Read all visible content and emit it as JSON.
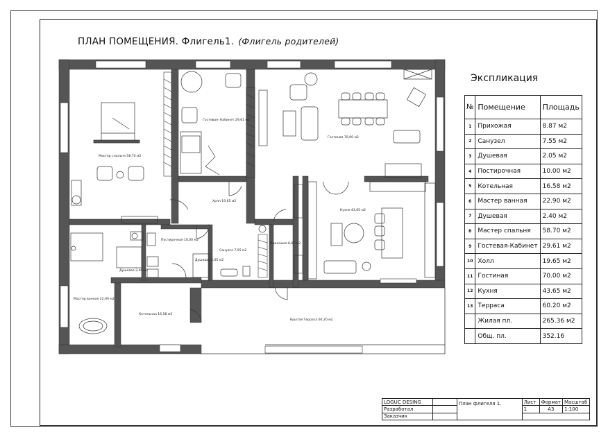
{
  "plan": {
    "title": "ПЛАН ПОМЕЩЕНИЯ. Флигель1.",
    "subtitle": "(Флигель родителей)"
  },
  "rooms": {
    "master_bedroom": "Мастер спальня 58,70 м2",
    "guest_office": "Гостевая- Кабинет 29,61 м2",
    "hall": "Холл 19,65 м2",
    "living": "Гостиная 70,00 м2",
    "kitchen": "Кухня 43,65 м2",
    "laundry": "Постирочная 10,00 м2",
    "bathroom": "Санузел 7,55 м2",
    "entrance": "Прихожая 8,87 м2",
    "shower1": "Душевая 2,40 м2",
    "shower2": "Душевая 2,05 м2",
    "master_bath": "Мастер ванная 22,90 м2",
    "boiler": "Котельная 16,58 м2",
    "terrace": "Крытая Терраса 60,20 м2"
  },
  "explication": {
    "title": "Экспликация",
    "headers": [
      "№",
      "Помещение",
      "Площадь"
    ],
    "rows": [
      {
        "n": "1",
        "name": "Прихожая",
        "area": "8.87 м2"
      },
      {
        "n": "2",
        "name": "Санузел",
        "area": "7.55 м2"
      },
      {
        "n": "3",
        "name": "Душевая",
        "area": "2.05 м2"
      },
      {
        "n": "4",
        "name": "Постирочная",
        "area": "10.00 м2"
      },
      {
        "n": "5",
        "name": "Котельная",
        "area": "16.58 м2"
      },
      {
        "n": "6",
        "name": "Мастер ванная",
        "area": "22.90 м2"
      },
      {
        "n": "7",
        "name": "Душевая",
        "area": "2.40 м2"
      },
      {
        "n": "8",
        "name": "Мастер спальня",
        "area": "58.70 м2"
      },
      {
        "n": "9",
        "name": "Гостевая-Кабинет",
        "area": "29.61 м2"
      },
      {
        "n": "10",
        "name": "Холл",
        "area": "19.65 м2"
      },
      {
        "n": "11",
        "name": "Гостиная",
        "area": "70.00 м2"
      },
      {
        "n": "12",
        "name": "Кухня",
        "area": "43.65 м2"
      },
      {
        "n": "13",
        "name": "Терраса",
        "area": "60.20 м2"
      }
    ],
    "living_label": "Жилая пл.",
    "living_value": "265.36 м2",
    "total_label": "Общ. пл.",
    "total_value": "352.16"
  },
  "stamp": {
    "company": "LOGUC DESING",
    "developer": "Разработал",
    "customer": "Заказчик",
    "drawing_name": "План флигеля 1.",
    "sheet_label": "Лист",
    "format_label": "Формат",
    "scale_label": "Масштаб",
    "sheet": "1",
    "format": "А3",
    "scale": "1:100"
  }
}
